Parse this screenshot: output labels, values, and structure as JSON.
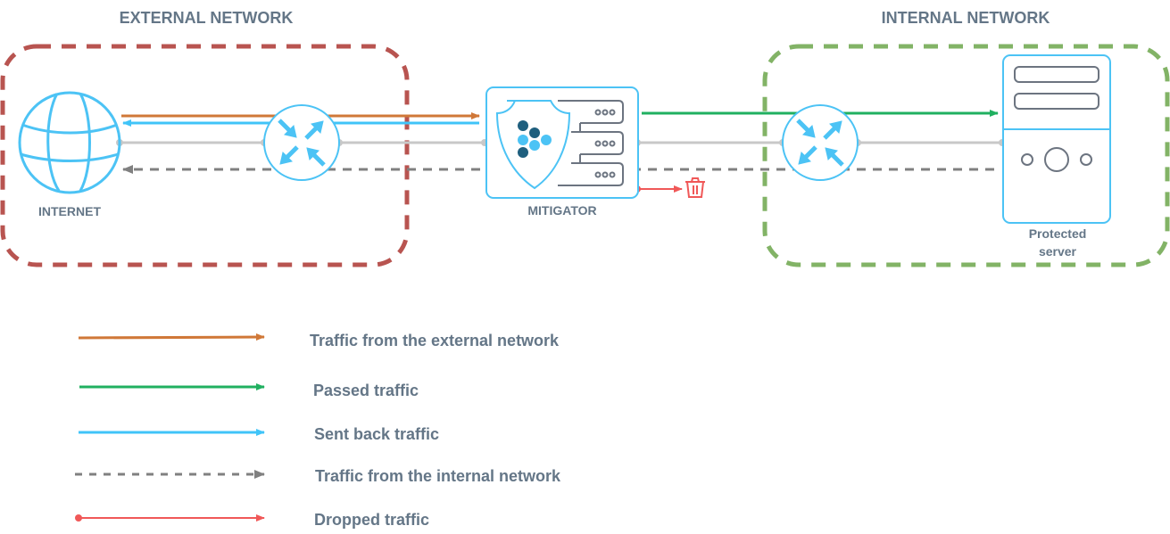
{
  "zones": {
    "external": {
      "title": "EXTERNAL NETWORK",
      "border_color": "#b85450"
    },
    "internal": {
      "title": "INTERNAL NETWORK",
      "border_color": "#82b366"
    }
  },
  "nodes": {
    "internet": {
      "label": "INTERNET",
      "icon": "globe-icon"
    },
    "router_external": {
      "icon": "router-icon"
    },
    "mitigator": {
      "label": "MITIGATOR",
      "icon": "shield-server-icon"
    },
    "router_internal": {
      "icon": "router-icon"
    },
    "protected_server": {
      "label_line1": "Protected",
      "label_line2": "server",
      "icon": "server-icon"
    },
    "trash": {
      "icon": "trash-icon"
    }
  },
  "colors": {
    "external_traffic": "#d07838",
    "passed_traffic": "#20b060",
    "sent_back_traffic": "#40c4f8",
    "internal_traffic": "#808080",
    "dropped_traffic": "#f05858",
    "link": "#c8c8c8",
    "icon_blue": "#4cc3f5",
    "icon_dark": "#1f5f7e",
    "server_gray": "#6c7480",
    "text": "#647687"
  },
  "legend": [
    {
      "key": "external_traffic",
      "label": "Traffic from the external network",
      "style": "solid"
    },
    {
      "key": "passed_traffic",
      "label": "Passed traffic",
      "style": "solid"
    },
    {
      "key": "sent_back_traffic",
      "label": "Sent back traffic",
      "style": "solid"
    },
    {
      "key": "internal_traffic",
      "label": "Traffic from the internal network",
      "style": "dashed"
    },
    {
      "key": "dropped_traffic",
      "label": "Dropped traffic",
      "style": "dot-start"
    }
  ]
}
